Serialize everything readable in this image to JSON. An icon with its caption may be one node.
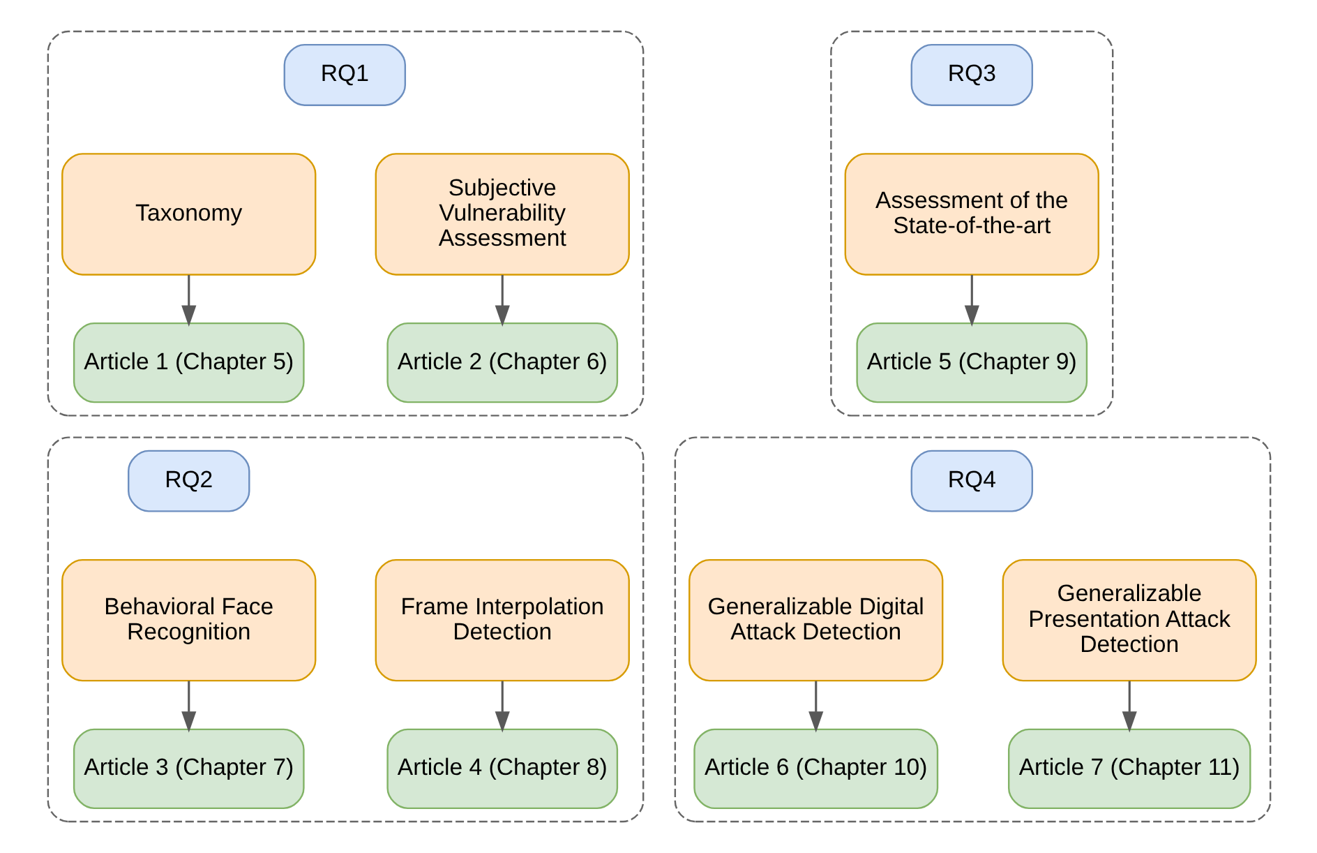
{
  "diagram": {
    "nodes": [
      {
        "text": [],
        "shape": "box"
      },
      {
        "text": [
          "RQ1"
        ],
        "in": 0
      },
      {
        "text": [
          "Taxonomy"
        ],
        "in": 0
      },
      {
        "text": [
          "Subjective Vulnerability Assessment"
        ],
        "in": 0
      },
      {
        "text": [
          "Article 1 (Chapter 5)"
        ],
        "in": 0
      },
      {
        "text": [
          "Article 2 (Chapter 6)"
        ],
        "in": 0
      },
      {
        "text": [],
        "shape": "box"
      },
      {
        "text": [
          "RQ3"
        ],
        "in": 6
      },
      {
        "text": [
          "Assessment of the State-of-the-art"
        ],
        "in": 6
      },
      {
        "text": [
          "Article 5 (Chapter 9)"
        ],
        "in": 6
      },
      {
        "text": [],
        "shape": "box"
      },
      {
        "text": [
          "RQ2"
        ],
        "in": 10
      },
      {
        "text": [
          "Behavioral Face Recognition"
        ],
        "in": 10
      },
      {
        "text": [
          "Frame Interpolation Detection"
        ],
        "in": 10
      },
      {
        "text": [
          "Article 3 (Chapter 7)"
        ],
        "in": 10
      },
      {
        "text": [
          "Article 4 (Chapter 8)"
        ],
        "in": 10
      },
      {
        "text": [],
        "shape": "box"
      },
      {
        "text": [
          "RQ4"
        ],
        "in": 16
      },
      {
        "text": [
          "Generalizable Digital Attack Detection"
        ],
        "in": 16
      },
      {
        "text": [
          "Generalizable Presentation Attack Detection"
        ],
        "in": 16
      },
      {
        "text": [
          "Article 6 (Chapter 10)"
        ],
        "in": 16
      },
      {
        "text": [
          "Article 7 (Chapter 11)"
        ],
        "in": 16
      }
    ],
    "edges": [
      {
        "from": 2,
        "to": 4,
        "arrow": "to"
      },
      {
        "from": 3,
        "to": 5,
        "arrow": "to"
      },
      {
        "from": 8,
        "to": 9,
        "arrow": "to"
      },
      {
        "from": 12,
        "to": 14,
        "arrow": "to"
      },
      {
        "from": 13,
        "to": 15,
        "arrow": "to"
      },
      {
        "from": 18,
        "to": 20,
        "arrow": "to"
      },
      {
        "from": 19,
        "to": 21,
        "arrow": "to"
      }
    ]
  }
}
